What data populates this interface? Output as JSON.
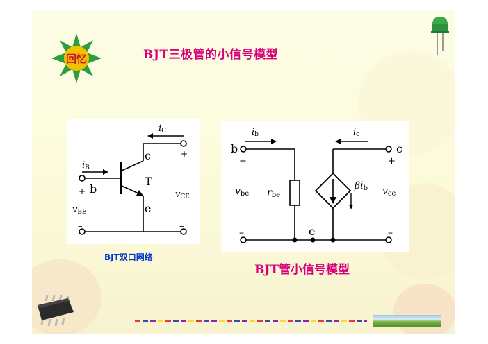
{
  "badge": {
    "label": "回忆"
  },
  "title": "BJT三极管的小信号模型",
  "left_diagram": {
    "caption": "BJT双口网络",
    "labels": {
      "ic_i": "i",
      "ic_sub": "C",
      "ib_i": "i",
      "ib_sub": "B",
      "c": "c",
      "b": "b",
      "e": "e",
      "T": "T",
      "plus_top_right": "+",
      "plus_left": "+",
      "vce_v": "v",
      "vce_sub": "CE",
      "vbe_v": "v",
      "vbe_sub": "BE",
      "minus_left": "–",
      "minus_right": "–"
    }
  },
  "right_diagram": {
    "caption": "BJT管小信号模型",
    "labels": {
      "ib_i": "i",
      "ib_sub": "b",
      "ic_i": "i",
      "ic_sub": "c",
      "b": "b",
      "c": "c",
      "e": "e",
      "plus_left": "+",
      "plus_right": "+",
      "vbe_v": "v",
      "vbe_sub": "be",
      "rbe_r": "r",
      "rbe_sub": "be",
      "beta_ib": "βi",
      "beta_sub": "b",
      "vce_v": "v",
      "vce_sub": "ce",
      "minus_left": "–",
      "minus_right": "–"
    }
  },
  "colors": {
    "title": "#d8007a",
    "left_caption": "#0033cc",
    "badge_star": "#2e9e3c",
    "badge_center": "#f2c200",
    "badge_text": "#c8102e"
  }
}
